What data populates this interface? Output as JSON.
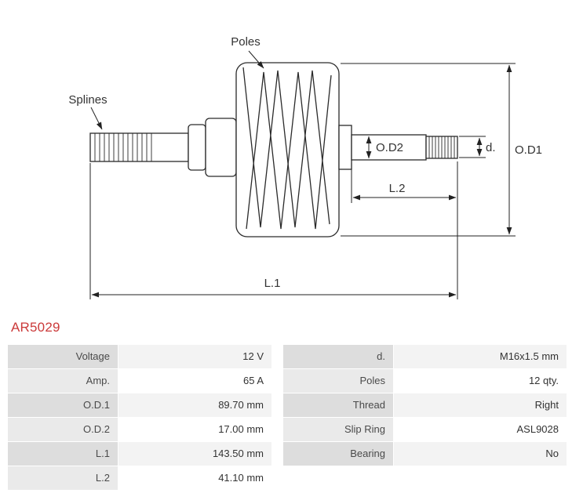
{
  "title": "AR5029",
  "colors": {
    "accent_red": "#cb3a3a",
    "line": "#2a2a2a",
    "row_label_dark": "#dddddd",
    "row_label_light": "#eaeaea",
    "row_value_shaded": "#f3f3f3",
    "row_value_white": "#ffffff"
  },
  "diagram": {
    "labels": {
      "poles": "Poles",
      "splines": "Splines",
      "od1": "O.D1",
      "od2": "O.D2",
      "d": "d.",
      "l1": "L.1",
      "l2": "L.2"
    }
  },
  "table": {
    "left": [
      {
        "label": "Voltage",
        "value": "12 V"
      },
      {
        "label": "Amp.",
        "value": "65 A"
      },
      {
        "label": "O.D.1",
        "value": "89.70 mm"
      },
      {
        "label": "O.D.2",
        "value": "17.00 mm"
      },
      {
        "label": "L.1",
        "value": "143.50 mm"
      },
      {
        "label": "L.2",
        "value": "41.10 mm"
      }
    ],
    "right": [
      {
        "label": "d.",
        "value": "M16x1.5 mm"
      },
      {
        "label": "Poles",
        "value": "12 qty."
      },
      {
        "label": "Thread",
        "value": "Right"
      },
      {
        "label": "Slip Ring",
        "value": "ASL9028"
      },
      {
        "label": "Bearing",
        "value": "No"
      }
    ]
  }
}
